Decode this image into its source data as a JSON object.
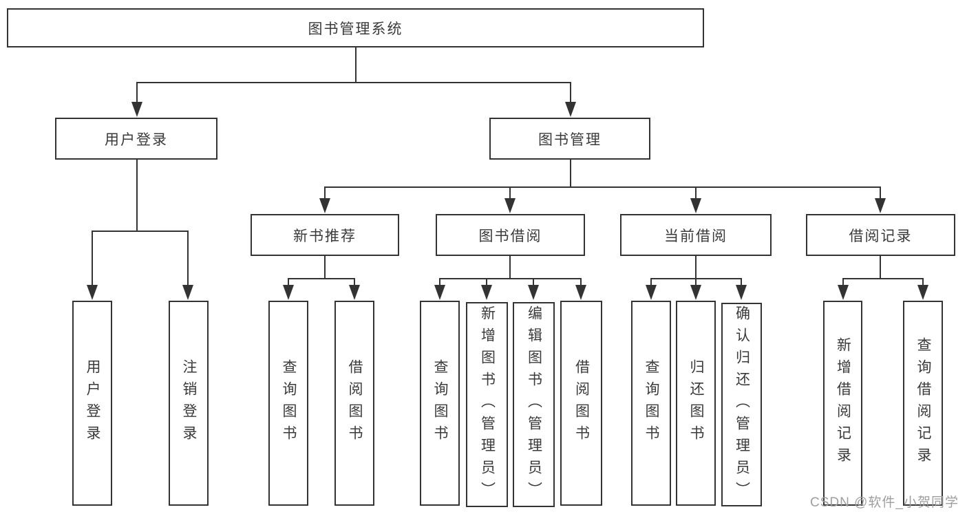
{
  "nodes": {
    "root": "图书管理系统",
    "level2": {
      "user_login": "用户登录",
      "book_management": "图书管理"
    },
    "level3": {
      "new_book_recommend": "新书推荐",
      "book_borrow": "图书借阅",
      "current_borrow": "当前借阅",
      "borrow_records": "借阅记录"
    },
    "leaves": {
      "login_group": [
        "用户登录",
        "注销登录"
      ],
      "recommend_group": [
        "查询图书",
        "借阅图书"
      ],
      "borrow_group": [
        "查询图书",
        "新增图书（管理员）",
        "编辑图书（管理员）",
        "借阅图书"
      ],
      "current_group": [
        "查询图书",
        "归还图书",
        "确认归还（管理员）"
      ],
      "records_group": [
        "新增借阅记录",
        "查询借阅记录"
      ]
    }
  },
  "watermark": "CSDN @软件_小贺同学",
  "colors": {
    "line": "#333333",
    "box_border": "#333333",
    "text": "#3a3a3a",
    "watermark": "#9e9e9e",
    "background": "#ffffff"
  }
}
